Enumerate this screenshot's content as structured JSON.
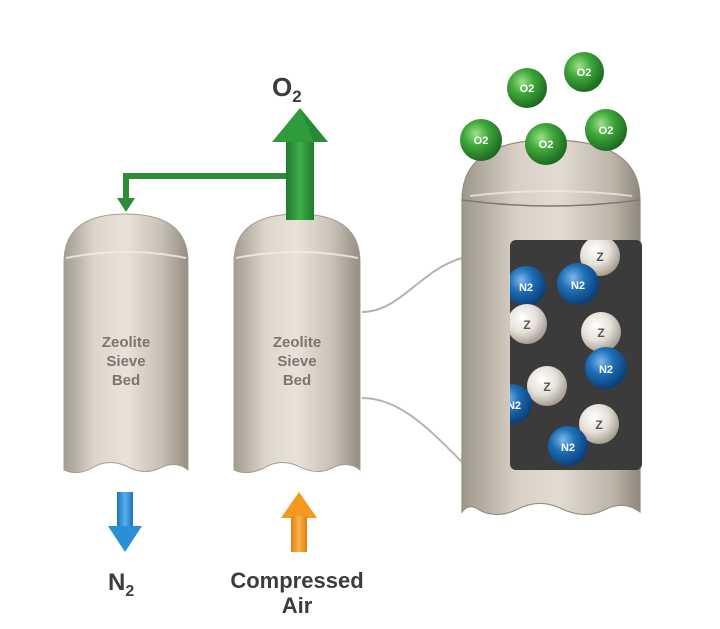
{
  "labels": {
    "o2_top": "O",
    "o2_top_sub": "2",
    "n2_out": "N",
    "n2_out_sub": "2",
    "compressed_line1": "Compressed",
    "compressed_line2": "Air"
  },
  "beds": [
    {
      "line1": "Zeolite",
      "line2": "Sieve",
      "line3": "Bed"
    },
    {
      "line1": "Zeolite",
      "line2": "Sieve",
      "line3": "Bed"
    }
  ],
  "molecules": {
    "o2": "O2",
    "n2": "N2",
    "z": "Z"
  },
  "colors": {
    "oxygen_green": "#2e8b3a",
    "nitrogen_blue": "#1f6fb8",
    "air_orange": "#f39a1e",
    "n2_arrow_blue": "#2b8fd6",
    "bed_gray": "#cfc7bc",
    "chamber_dark": "#3b3b3b"
  }
}
